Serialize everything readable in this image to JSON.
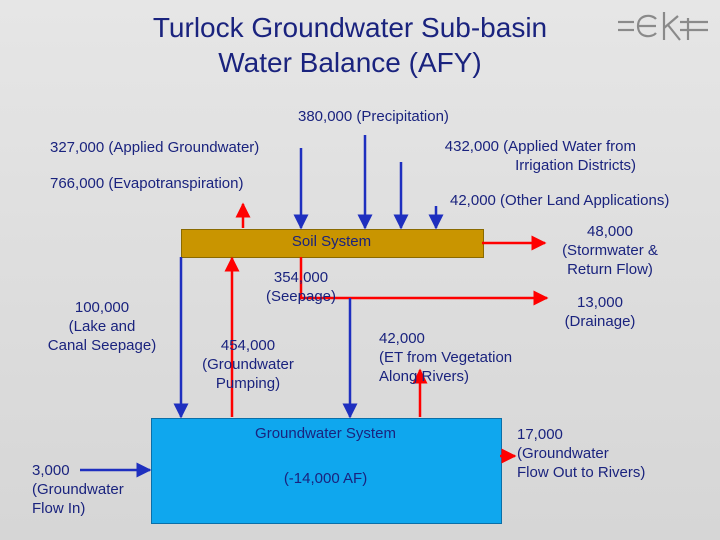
{
  "title": {
    "line1": "Turlock Groundwater Sub-basin",
    "line2": "Water Balance (AFY)"
  },
  "logo": {
    "text": "eki"
  },
  "labels": {
    "precipitation": "380,000 (Precipitation)",
    "applied_groundwater": "327,000 (Applied Groundwater)",
    "applied_water_line1": "432,000 (Applied Water from",
    "applied_water_line2": "Irrigation Districts)",
    "evapotranspiration": "766,000 (Evapotranspiration)",
    "other_land": "42,000 (Other Land Applications)",
    "stormwater_line1": "48,000",
    "stormwater_line2": "(Stormwater &",
    "stormwater_line3": "Return Flow)",
    "seepage_line1": "354,000",
    "seepage_line2": "(Seepage)",
    "drainage_line1": "13,000",
    "drainage_line2": "(Drainage)",
    "lake_line1": "100,000",
    "lake_line2": "(Lake and",
    "lake_line3": "Canal Seepage)",
    "pumping_line1": "454,000",
    "pumping_line2": "(Groundwater",
    "pumping_line3": "Pumping)",
    "et_veg_line1": "42,000",
    "et_veg_line2": "(ET from Vegetation",
    "et_veg_line3": "Along Rivers)",
    "flow_in_line1": "3,000",
    "flow_in_line2": "(Groundwater",
    "flow_in_line3": "Flow In)",
    "flow_out_line1": "17,000",
    "flow_out_line2": "(Groundwater",
    "flow_out_line3": "Flow Out to Rivers)"
  },
  "boxes": {
    "soil": "Soil System",
    "groundwater": "Groundwater System",
    "groundwater_change": "(-14,000 AF)"
  },
  "colors": {
    "text": "#1a237e",
    "inflow_arrow": "#1e2fbf",
    "outflow_arrow": "#ff0000",
    "soil_box": "#c99500",
    "groundwater_box": "#0fa7ee"
  }
}
